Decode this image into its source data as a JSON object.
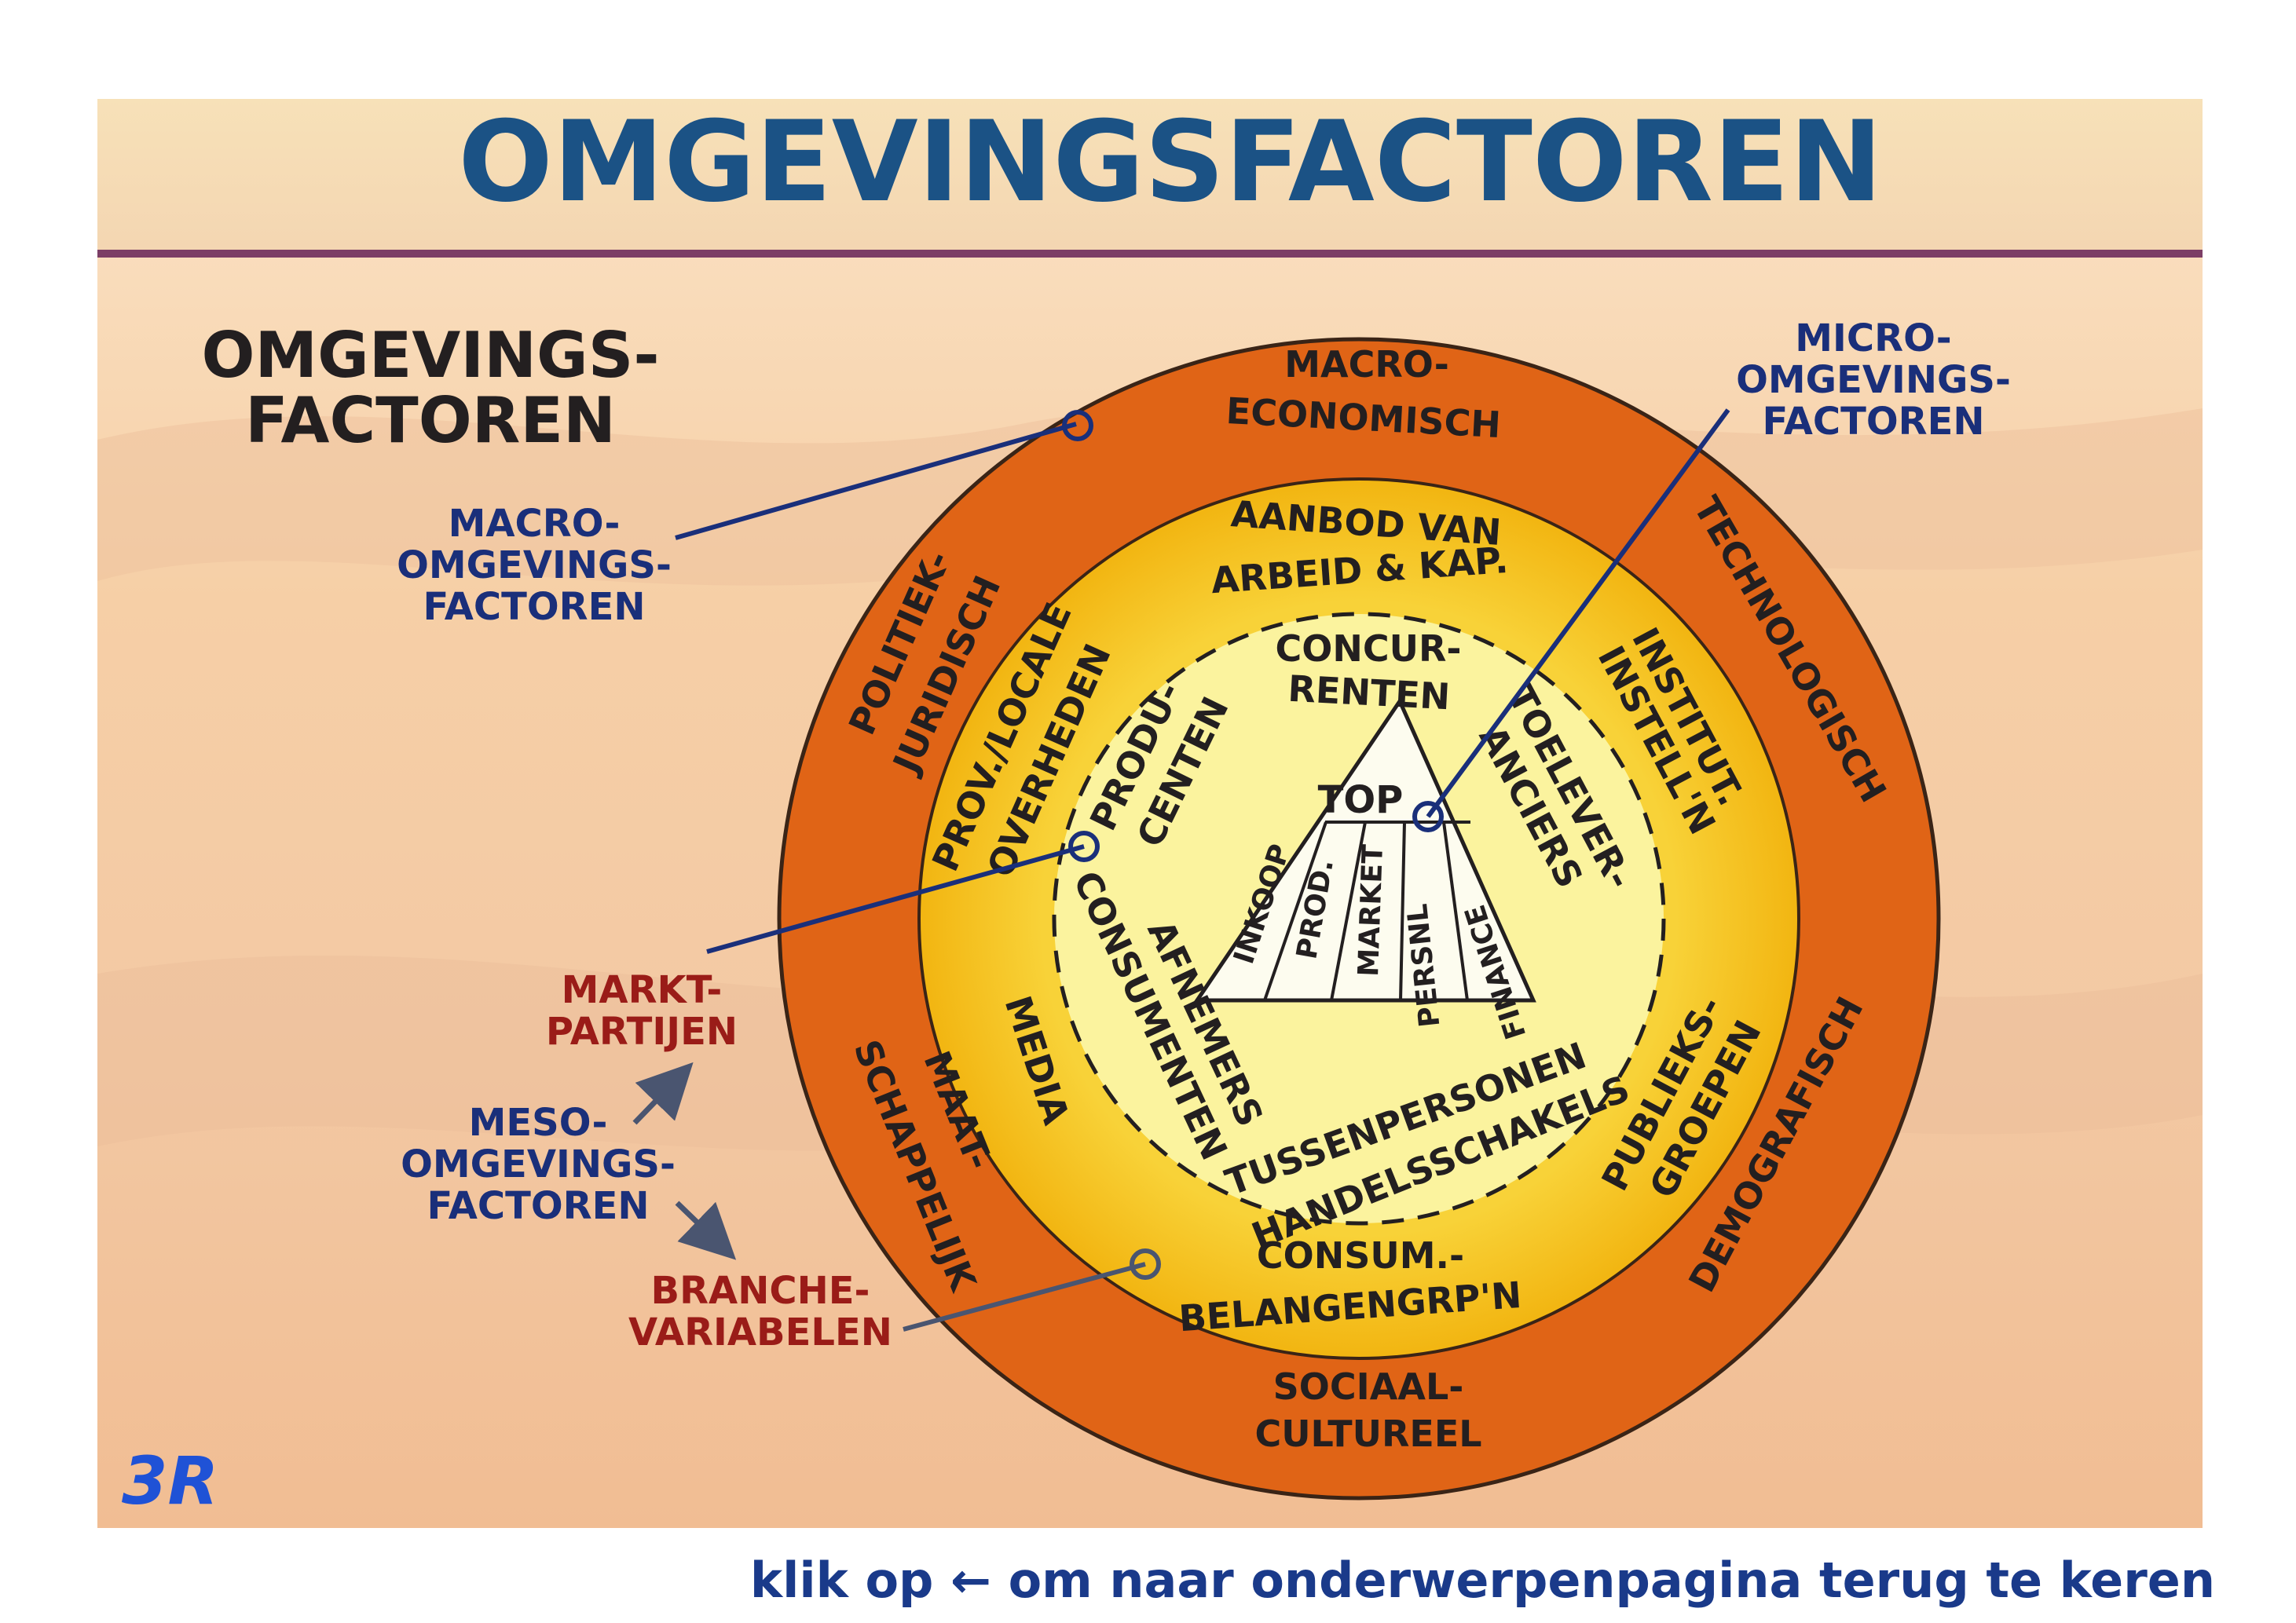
{
  "title": "OMGEVINGSFACTOREN",
  "side_heading": [
    "OMGEVINGS-",
    "FACTOREN"
  ],
  "callouts": {
    "macro": [
      "MACRO-",
      "OMGEVINGS-",
      "FACTOREN"
    ],
    "micro": [
      "MICRO-",
      "OMGEVINGS-",
      "FACTOREN"
    ],
    "markt": [
      "MARKT-",
      "PARTIJEN"
    ],
    "meso": [
      "MESO-",
      "OMGEVINGS-",
      "FACTOREN"
    ],
    "branche": [
      "BRANCHE-",
      "VARIABELEN"
    ]
  },
  "outer_ring": {
    "macro_economisch": [
      "MACRO-",
      "ECONOMISCH"
    ],
    "technologisch": "TECHNOLOGISCH",
    "demografisch": "DEMOGRAFISCH",
    "sociaal_cultureel": [
      "SOCIAAL-",
      "CULTUREEL"
    ],
    "maatschappelijk": [
      "MAAT-",
      "SCHAPPELIJK"
    ],
    "politiek_juridisch": [
      "POLITIEK-",
      "JURIDISCH"
    ]
  },
  "middle_ring": {
    "aanbod": [
      "AANBOD VAN",
      "ARBEID & KAP."
    ],
    "institut": [
      "INSTITUT.",
      "INSTELL'N"
    ],
    "publieks": [
      "PUBLIEKS-",
      "GROEPEN"
    ],
    "consum": [
      "CONSUM.-",
      "BELANGENGRP'N"
    ],
    "media": "MEDIA",
    "overheden": [
      "PROV./LOCALE",
      "OVERHEDEN"
    ]
  },
  "inner_circle": {
    "concurrenten": [
      "CONCUR-",
      "RENTEN"
    ],
    "toeleveranciers": [
      "TOELEVER-",
      "ANCIERS"
    ],
    "tussenpersonen": [
      "TUSSENPERSONEN",
      "HANDELSSCHAKELS"
    ],
    "afnemers": [
      "AFNEMERS",
      "CONSUMENTEN"
    ],
    "producenten": [
      "PRODU-",
      "CENTEN"
    ]
  },
  "pyramid": {
    "top": "TOP",
    "sections": [
      "INKOOP",
      "PROD.",
      "MARKET",
      "PERSNL",
      "FINANCE"
    ]
  },
  "logo": "3R",
  "nav": {
    "prefix": "klik op",
    "arrow": "←",
    "suffix": "om naar onderwerpenpagina terug te keren"
  },
  "colors": {
    "title": "#1b5285",
    "outer_ring": "#e06416",
    "middle_ring": "#f6c11d",
    "inner_circle": "#fbf39e",
    "callout_blue": "#1a2f7a",
    "callout_red": "#9a1c18",
    "nav_text": "#1a3a8a"
  }
}
